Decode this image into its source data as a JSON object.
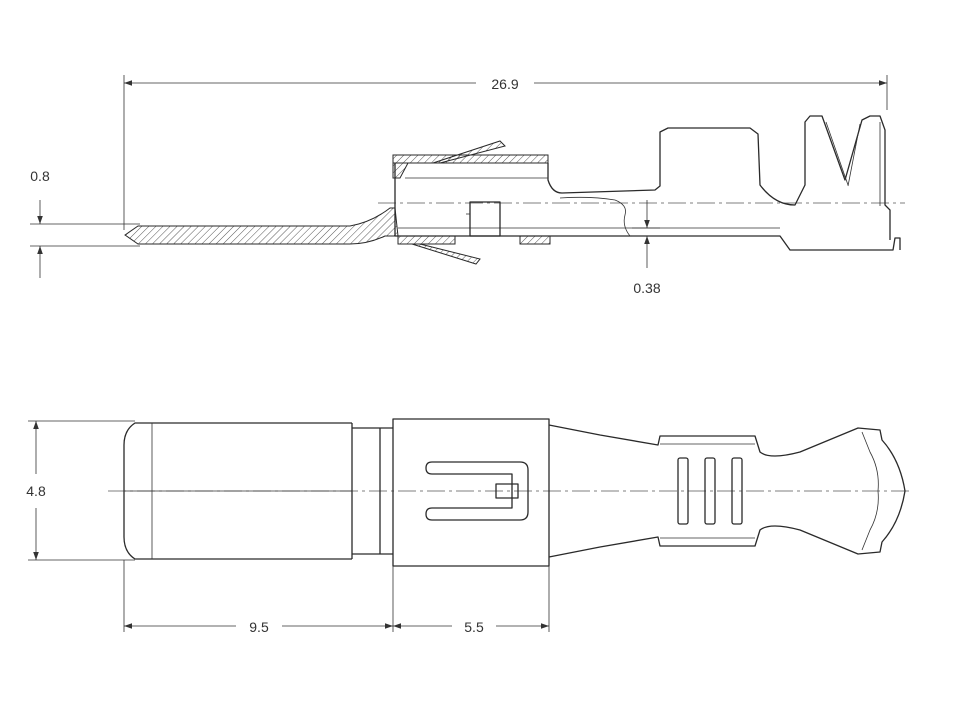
{
  "dimensions": {
    "overall_length": "26.9",
    "pin_thickness": "0.8",
    "material_thickness": "0.38",
    "width": "4.8",
    "pin_length": "9.5",
    "housing_length": "5.5"
  }
}
